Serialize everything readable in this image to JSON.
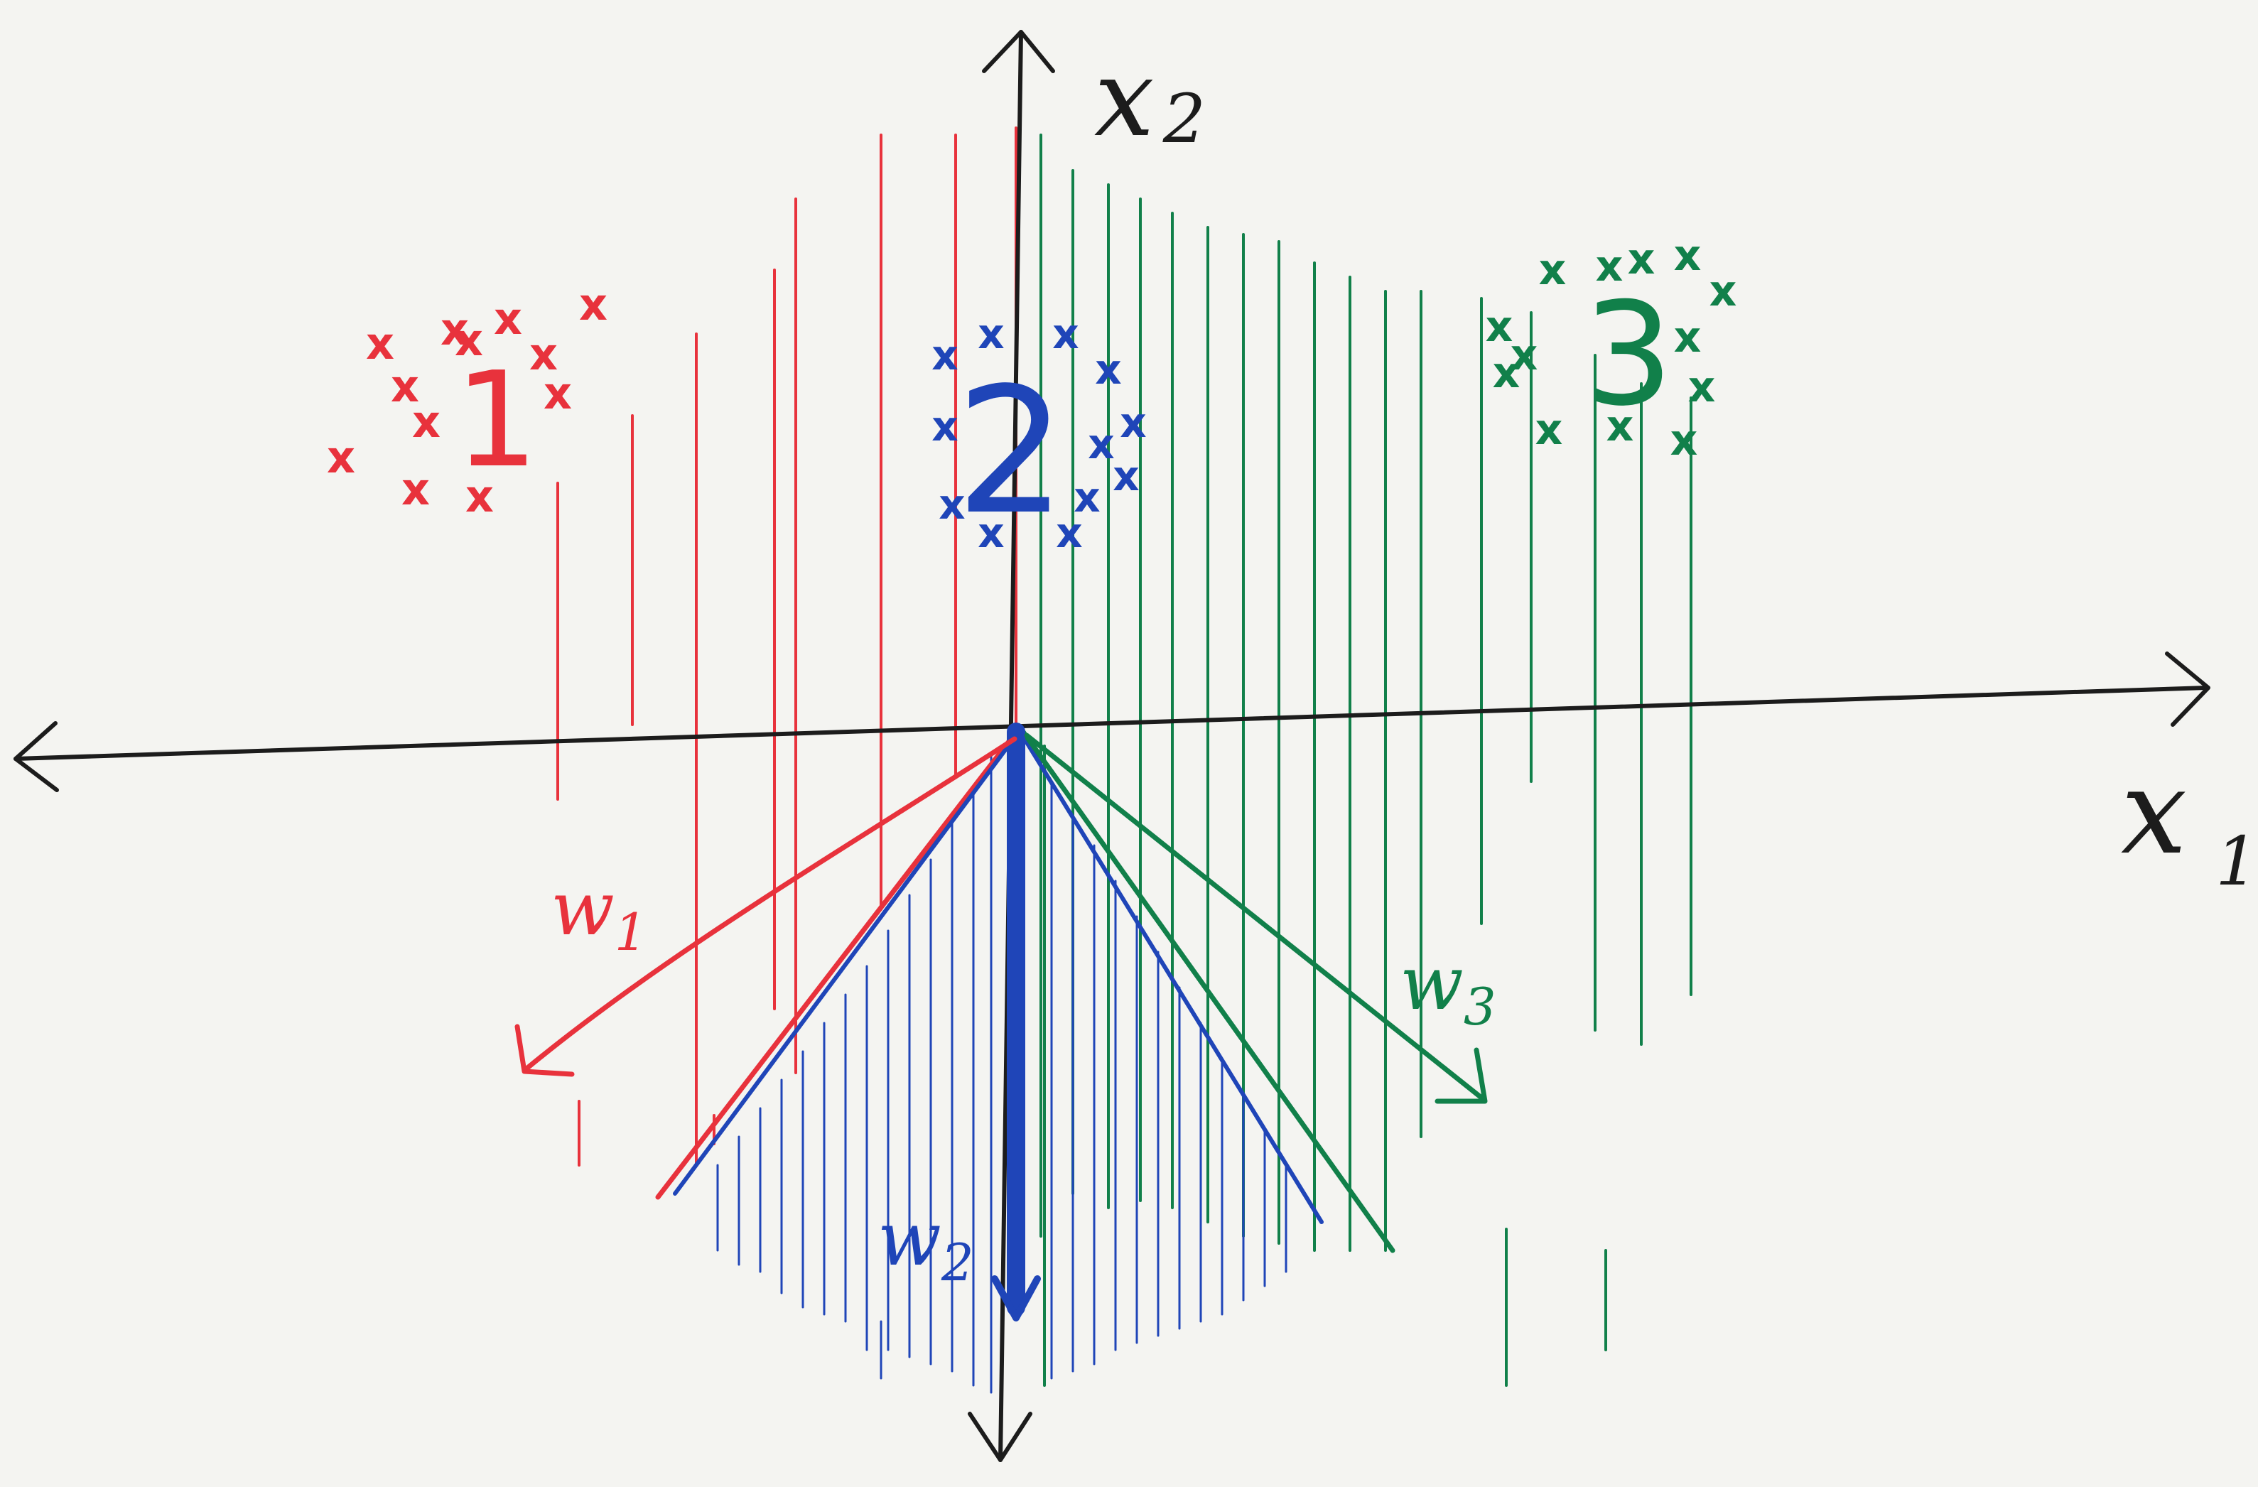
{
  "colors": {
    "paper": "#f4f4f1",
    "axis": "#1c1c1c",
    "class1": "#e8323c",
    "class2": "#1f45b8",
    "class3": "#11804a"
  },
  "axes": {
    "x_label": "x",
    "x_subscript": "1",
    "y_label": "x",
    "y_subscript": "2"
  },
  "classes": [
    {
      "label": "1",
      "vector_label": "w",
      "vector_subscript": "1",
      "color": "#e8323c"
    },
    {
      "label": "2",
      "vector_label": "w",
      "vector_subscript": "2",
      "color": "#1f45b8"
    },
    {
      "label": "3",
      "vector_label": "w",
      "vector_subscript": "3",
      "color": "#11804a"
    }
  ],
  "marker": "x"
}
